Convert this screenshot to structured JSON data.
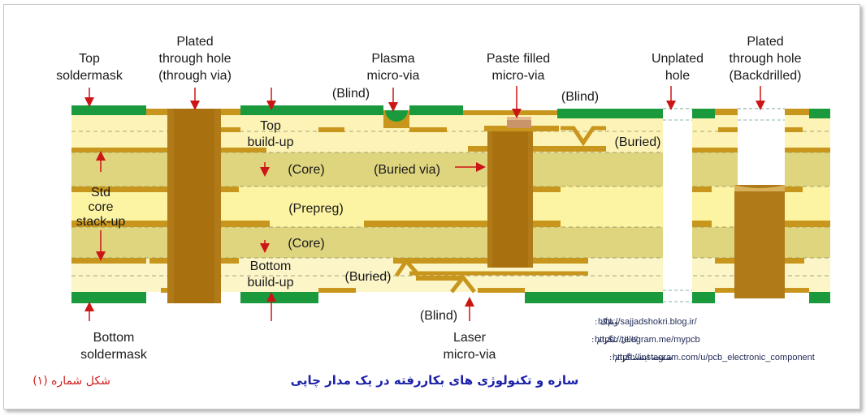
{
  "labels": {
    "top_soldermask": [
      "Top",
      "soldermask"
    ],
    "plated_through_hole": [
      "Plated",
      "through hole",
      "(through via)"
    ],
    "plasma_microvia": [
      "Plasma",
      "micro-via"
    ],
    "paste_filled_microvia": [
      "Paste filled",
      "micro-via"
    ],
    "unplated_hole": [
      "Unplated",
      "hole"
    ],
    "plated_backdrilled": [
      "Plated",
      "through hole",
      "(Backdrilled)"
    ],
    "blind_top_left": "(Blind)",
    "blind_top_right": "(Blind)",
    "buried_right": "(Buried)",
    "top_buildup": [
      "Top",
      "build-up"
    ],
    "core_1": "(Core)",
    "buried_via": "(Buried via)",
    "std_core": [
      "Std",
      "core",
      "stack-up"
    ],
    "prepreg": "(Prepreg)",
    "core_2": "(Core)",
    "bottom_buildup": [
      "Bottom",
      "build-up"
    ],
    "buried_left": "(Buried)",
    "blind_bottom": "(Blind)",
    "bottom_soldermask": [
      "Bottom",
      "soldermask"
    ],
    "laser_microvia": [
      "Laser",
      "micro-via"
    ]
  },
  "links": [
    {
      "prefix": "وبلاگ :",
      "url": "http://sajjadshokri.blog.ir/"
    },
    {
      "prefix": "کانال تلگرام :",
      "url": "https://telegram.me/mypcb"
    },
    {
      "prefix": "صفحه اینستاگرام :",
      "url": "https://instagram.com/u/pcb_electronic_component"
    }
  ],
  "figure_number": "شکل شماره (۱)",
  "caption": "سازه و تکنولوژی های بکاررفته در یک مدار چاپی",
  "colors": {
    "soldermask": "#1a9a3c",
    "copper": "#c8961c",
    "via_copper": "#b07a18",
    "core": "#e0d67a",
    "prepreg": "#fbf3a8",
    "buildup": "#fdf6c8",
    "arrow": "#cc1515"
  }
}
